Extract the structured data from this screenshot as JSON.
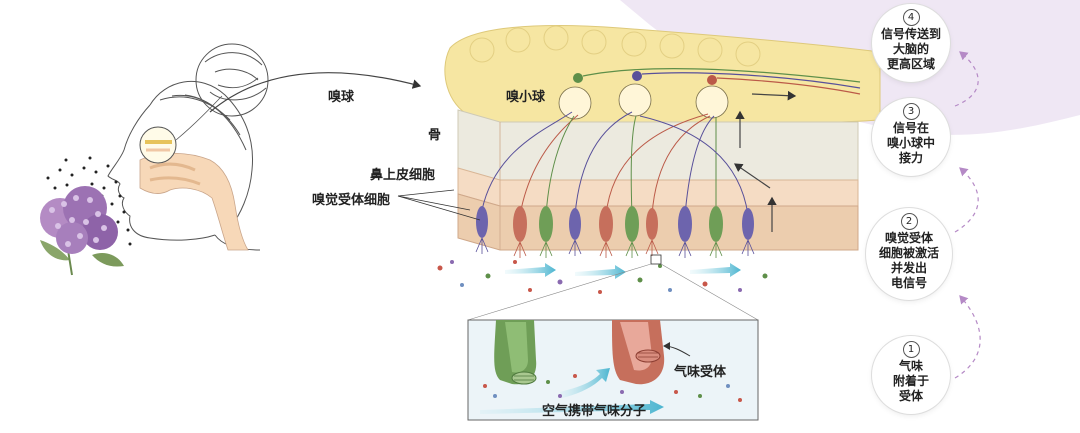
{
  "labels": {
    "olfactory_bulb": "嗅球",
    "glomerulus": "嗅小球",
    "bone": "骨",
    "epithelium": "鼻上皮细胞",
    "receptor_cells": "嗅觉受体细胞",
    "odor_receptor": "气味受体",
    "air_molecules": "空气携带气味分子"
  },
  "steps": [
    {
      "num": "4",
      "text": "信号传送到\n大脑的\n更高区域"
    },
    {
      "num": "3",
      "text": "信号在\n嗅小球中\n接力"
    },
    {
      "num": "2",
      "text": "嗅觉受体\n细胞被激活\n并发出\n电信号"
    },
    {
      "num": "1",
      "text": "气味\n附着于\n受体"
    }
  ],
  "colors": {
    "bulb": "#f6e6a2",
    "bone": "#eceadf",
    "epithelium": "#f5dcc4",
    "tissue": "#eccdae",
    "purple_bg": "#efe7f4",
    "green_neuron": "#5e8f49",
    "red_neuron": "#bb5a48",
    "purple_neuron": "#58509a",
    "arrow_dashed": "#b58ac6"
  }
}
